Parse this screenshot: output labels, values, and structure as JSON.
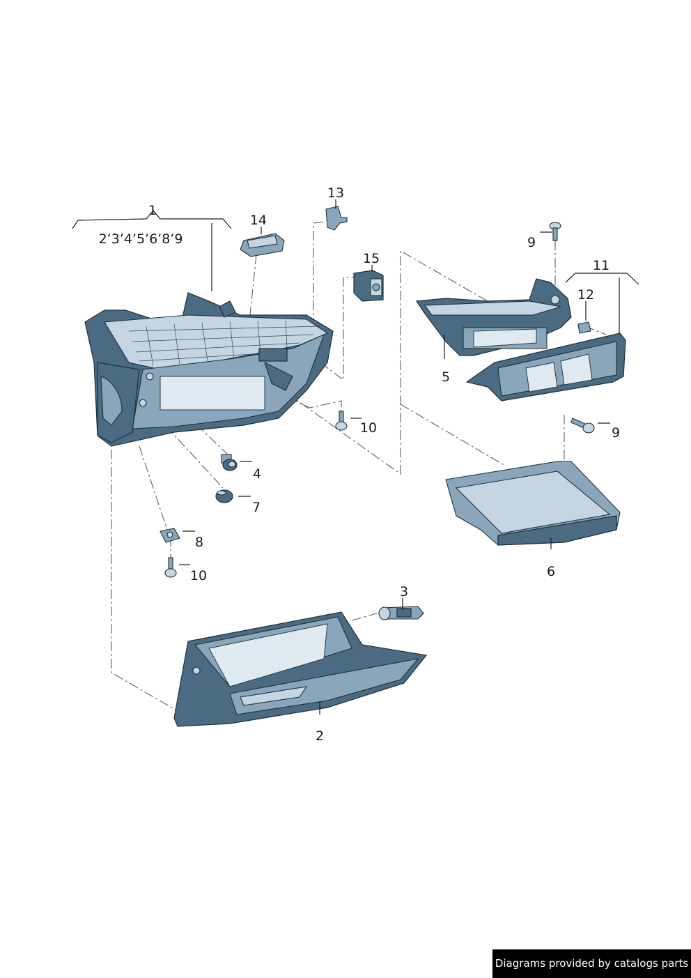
{
  "callouts": {
    "c1": "1",
    "c1_sub": "2’3’4’5’6’8’9",
    "c2": "2",
    "c3": "3",
    "c4": "4",
    "c5": "5",
    "c6": "6",
    "c7": "7",
    "c8": "8",
    "c9a": "9",
    "c9b": "9",
    "c10a": "10",
    "c10b": "10",
    "c11": "11",
    "c12": "12",
    "c13": "13",
    "c14": "14",
    "c15": "15"
  },
  "footer": {
    "text": "Diagrams provided by catalogs parts"
  },
  "colors": {
    "part_dark": "#4a6b82",
    "part_mid": "#8aa6ba",
    "part_light": "#c5d6e2",
    "footer_bg": "#000000"
  }
}
